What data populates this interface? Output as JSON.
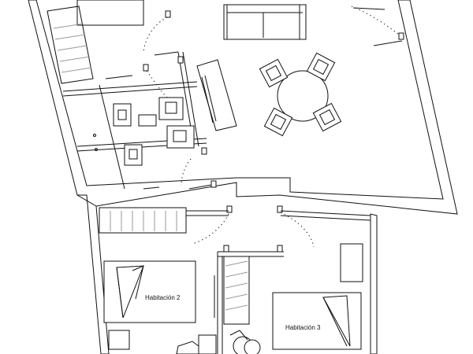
{
  "rooms": [
    {
      "id": "habitacion-2",
      "label": "Habitación 2"
    },
    {
      "id": "habitacion-3",
      "label": "Habitación 3"
    }
  ]
}
